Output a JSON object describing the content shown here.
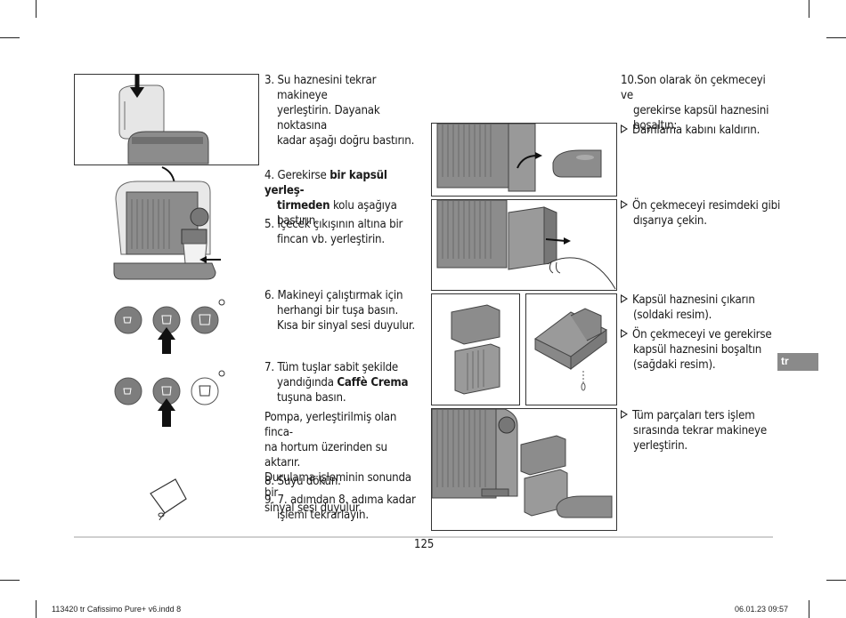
{
  "steps": {
    "s3": {
      "num": "3.",
      "line1": "Su haznesini tekrar makineye",
      "line2": "yerleştirin. Dayanak noktasına",
      "line3": "kadar aşağı doğru bastırın."
    },
    "s4": {
      "num": "4.",
      "pre": "Gerekirse ",
      "bold1": "bir kapsül yerleş-",
      "bold2": "tirmeden",
      "post": " kolu aşağıya",
      "line3": "bastırın."
    },
    "s5": {
      "num": "5.",
      "line1": "İçecek çıkışının altına bir",
      "line2": "fincan vb. yerleştirin."
    },
    "s6": {
      "num": "6.",
      "line1": "Makineyi çalıştırmak için",
      "line2": "herhangi bir tuşa basın.",
      "line3": "Kısa bir sinyal sesi duyulur."
    },
    "s7": {
      "num": "7.",
      "line1": "Tüm tuşlar sabit şekilde",
      "line2_pre": "yandığında ",
      "line2_bold": "Caffè Crema",
      "line3": "tuşuna basın."
    },
    "para": {
      "line1": "Pompa, yerleştirilmiş olan finca-",
      "line2": "na hortum üzerinden su aktarır.",
      "line3": "Durulama işleminin sonunda bir",
      "line4": "sinyal sesi duyulur."
    },
    "s8": {
      "num": "8.",
      "text": "Suyu dökün."
    },
    "s9": {
      "num": "9.",
      "line1": "7. adımdan 8. adıma kadar",
      "line2": "işlemi tekrarlayın."
    },
    "s10": {
      "num": "10.",
      "line1": "Son olarak ön çekmeceyi ve",
      "line2": "gerekirse kapsül haznesini",
      "line3": "boşaltın:"
    }
  },
  "bullets": {
    "b1": "Damlama kabını kaldırın.",
    "b2_l1": "Ön çekmeceyi resimdeki gibi",
    "b2_l2": "dışarıya çekin.",
    "b3_l1": "Kapsül haznesini çıkarın",
    "b3_l2": "(soldaki resim).",
    "b4_l1": "Ön çekmeceyi ve gerekirse",
    "b4_l2": "kapsül haznesini boşaltın",
    "b4_l3": "(sağdaki resim).",
    "b5_l1": "Tüm parçaları ters işlem",
    "b5_l2": "sırasında tekrar makineye",
    "b5_l3": "yerleştirin."
  },
  "lang_tab": "tr",
  "page_number": "125",
  "footer": {
    "left": "113420 tr Cafissimo Pure+ v6.indd   8",
    "right": "06.01.23   09:57"
  },
  "colors": {
    "lang_tab_bg": "#8a8a8a",
    "illustration_gray": "#8c8c8c",
    "button_gray": "#7d7d7d"
  }
}
